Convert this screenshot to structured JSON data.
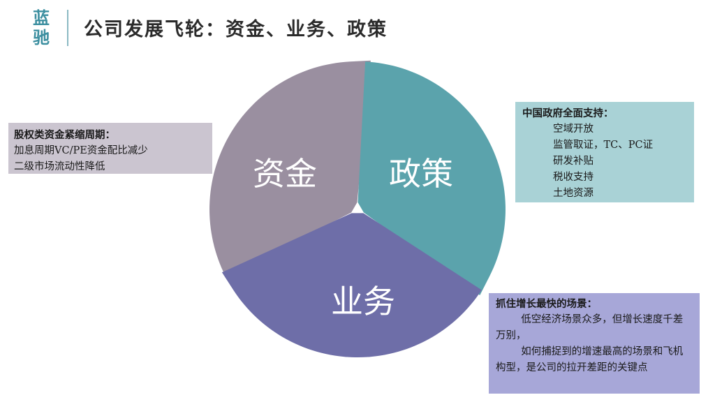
{
  "logo": {
    "line1": "蓝",
    "line2": "驰"
  },
  "title": "公司发展飞轮：资金、业务、政策",
  "wheel": {
    "segments": [
      {
        "label": "资金",
        "color": "#9a8fa0"
      },
      {
        "label": "政策",
        "color": "#5ba3ac"
      },
      {
        "label": "业务",
        "color": "#6e6ea8"
      }
    ]
  },
  "boxes": {
    "funding": {
      "heading": "股权类资金紧缩周期：",
      "lines": [
        "加息周期VC/PE资金配比减少",
        "二级市场流动性降低"
      ],
      "color": "#cbc5d0"
    },
    "policy": {
      "heading": "中国政府全面支持：",
      "items": [
        "空域开放",
        "监管取证，TC、PC证",
        "研发补贴",
        "税收支持",
        "土地资源"
      ],
      "color": "#a9d2d6"
    },
    "business": {
      "heading": "抓住增长最快的场景：",
      "paragraphs": [
        "低空经济场景众多，但增长速度千差万别，",
        "如何捕捉到的增速最高的场景和飞机构型，是公司的拉开差距的关键点"
      ],
      "color": "#a7a7d8"
    }
  }
}
